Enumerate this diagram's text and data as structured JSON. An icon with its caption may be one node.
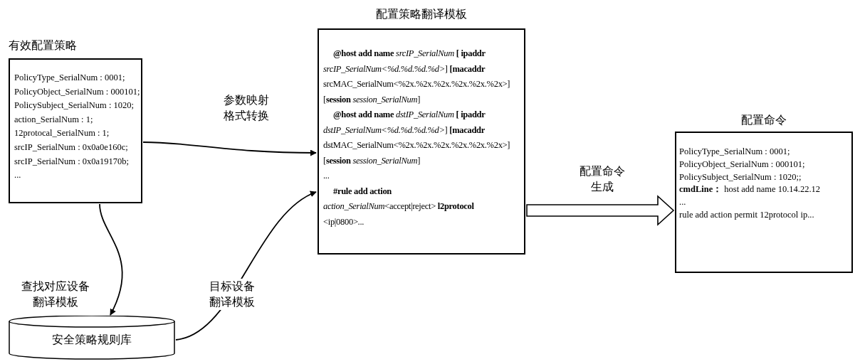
{
  "diagram": {
    "nodes": [
      {
        "text": [
          "有效配置策略",
          "PolicyType_SerialNum : 0001;",
          "PolicyObject_SerialNum : 000101;",
          "PolicySubject_SerialNum : 1020;",
          "action_SerialNum : 1;",
          "12protocal_SerialNum : 1;",
          "srcIP_SerialNum : 0x0a0e160c;",
          "srcIP_SerialNum : 0x0a19170b;",
          "..."
        ]
      },
      {
        "text": [
          "配置策略翻译模板",
          "**@host add name** *srcIP_SerialNum* **[ ipaddr**",
          "*srcIP_SerialNum<%d.%d.%d.%d>*] **[macaddr**",
          "srcMAC_SerialNum<%2x.%2x.%2x.%2x.%2x.%2x>]",
          "[**session** *session_SerialNum*]",
          "**@host add name** *dstIP_SerialNum* **[ ipaddr**",
          "*dstIP_SerialNum<%d.%d.%d.%d>*] **[macaddr**",
          "dstMAC_SerialNum<%2x.%2x.%2x.%2x.%2x.%2x>]",
          "[**session** *session_SerialNum*]",
          "...",
          "#rule add action",
          "*action_SerialNum*<accept|reject> **l2protocol**",
          "<ip|0800>..."
        ]
      },
      {
        "text": [
          "配置命令",
          "PolicyType_SerialNum : 0001;",
          "PolicyObject_SerialNum : 000101;",
          "PolicySubject_SerialNum : 1020;;",
          "**cmdLine：** host add name 10.14.22.12",
          "...",
          "rule add action permit 12protocol ip..."
        ]
      },
      {
        "text": [
          "安全策略规则库"
        ]
      }
    ],
    "edges": [
      {
        "from": 0,
        "to": 1,
        "arrow": "to",
        "label": "参数映射格式转换"
      },
      {
        "from": 0,
        "to": 3,
        "arrow": "to",
        "label": "查找对应设备翻译模板"
      },
      {
        "from": 3,
        "to": 1,
        "arrow": "to",
        "label": "目标设备翻译模板"
      },
      {
        "from": 1,
        "to": 2,
        "arrow": "to",
        "label": "配置命令生成",
        "style": "thick"
      }
    ]
  }
}
